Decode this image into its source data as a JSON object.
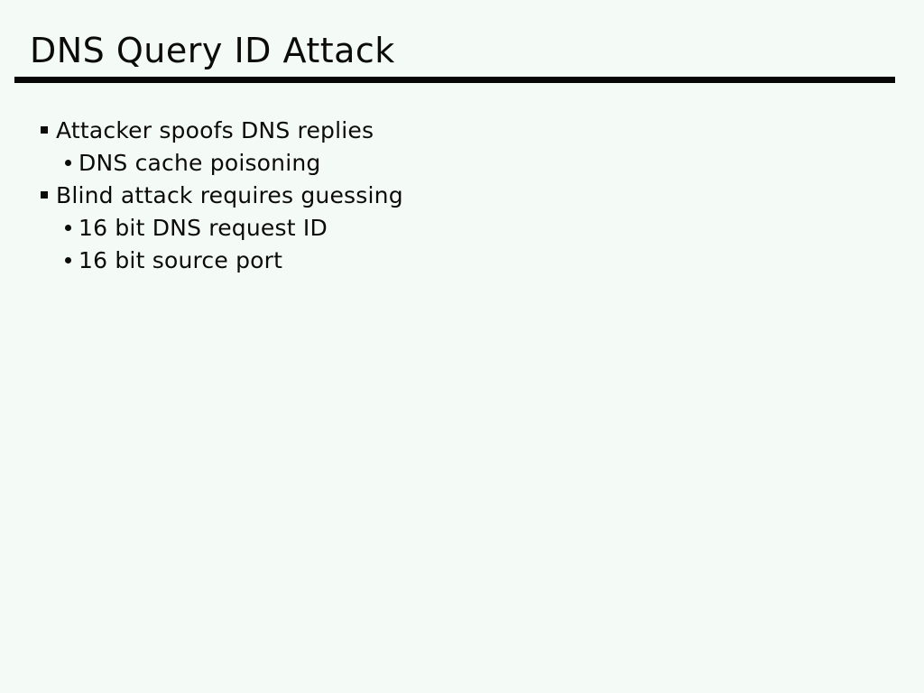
{
  "slide": {
    "title": "DNS Query ID Attack",
    "bullets": [
      {
        "level": 1,
        "text": "Attacker spoofs DNS replies"
      },
      {
        "level": 2,
        "text": "DNS cache poisoning"
      },
      {
        "level": 1,
        "text": "Blind attack requires guessing"
      },
      {
        "level": 2,
        "text": "16 bit DNS request ID"
      },
      {
        "level": 2,
        "text": "16 bit source port"
      }
    ],
    "colors": {
      "background": "#f4faf5",
      "text": "#0b0b0b",
      "rule": "#060606"
    }
  }
}
